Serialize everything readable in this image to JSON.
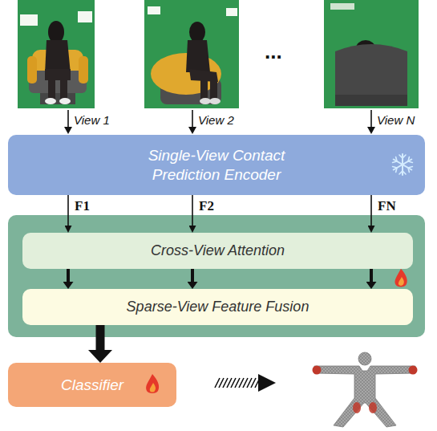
{
  "diagram": {
    "nodes": [
      {
        "text": [
          "Single-View Contact Prediction Encoder"
        ]
      },
      {
        "text": [
          "Cross-View Attention"
        ]
      },
      {
        "text": [
          "Sparse-View Feature Fusion"
        ]
      },
      {
        "text": [
          "Classifier"
        ]
      }
    ],
    "edges": [
      {
        "from": 0,
        "to": 1,
        "arrow": "to",
        "label": "F1"
      },
      {
        "from": 0,
        "to": 1,
        "arrow": "to",
        "label": "F2"
      },
      {
        "from": 0,
        "to": 1,
        "arrow": "to",
        "label": "FN"
      },
      {
        "from": 1,
        "to": 2,
        "arrow": "to"
      },
      {
        "from": 1,
        "to": 2,
        "arrow": "to"
      },
      {
        "from": 1,
        "to": 2,
        "arrow": "to"
      },
      {
        "from": 2,
        "to": 3,
        "arrow": "to"
      }
    ],
    "labels": [
      "View 1",
      "View 2",
      "...",
      "View N"
    ]
  }
}
